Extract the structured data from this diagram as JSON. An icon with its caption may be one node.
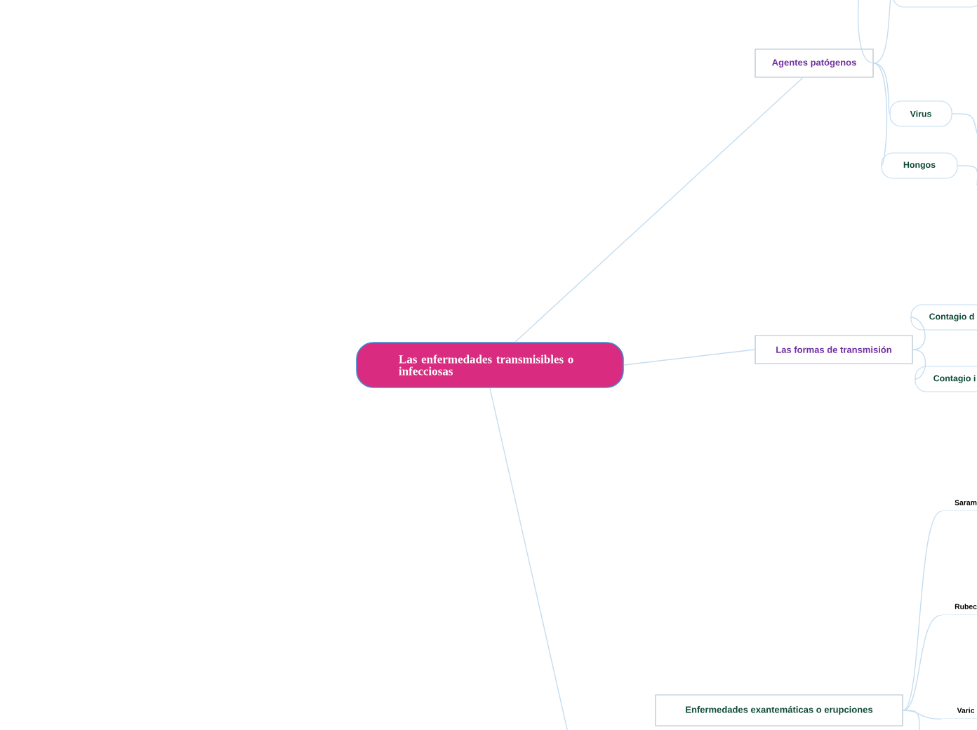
{
  "diagram": {
    "nodes": [
      {
        "text": [
          "Las enfermedades transmisibles o infecciosas"
        ]
      },
      {
        "text": [
          "Agentes patógenos"
        ]
      },
      {
        "text": [],
        "shape": "box"
      },
      {
        "text": [
          "Virus"
        ]
      },
      {
        "text": [
          "Hongos"
        ]
      },
      {
        "text": [
          "Las formas de transmisión"
        ]
      },
      {
        "text": [
          "Contagio d"
        ]
      },
      {
        "text": [
          "Contagio i"
        ]
      },
      {
        "text": [
          "Enfermedades exantemáticas o erupciones"
        ]
      },
      {
        "text": [
          "Saram"
        ]
      },
      {
        "text": [
          "Rubec"
        ]
      },
      {
        "text": [
          "Varic"
        ]
      }
    ],
    "edges": [
      {
        "from": 0,
        "to": 1,
        "arrow": "none"
      },
      {
        "from": 1,
        "to": 2,
        "arrow": "none"
      },
      {
        "from": 1,
        "to": 3,
        "arrow": "none"
      },
      {
        "from": 1,
        "to": 4,
        "arrow": "none"
      },
      {
        "from": 1,
        "to": null,
        "arrow": "none"
      },
      {
        "from": 3,
        "to": null,
        "arrow": "none"
      },
      {
        "from": 4,
        "to": null,
        "arrow": "none"
      },
      {
        "from": 0,
        "to": 5,
        "arrow": "none"
      },
      {
        "from": 5,
        "to": 6,
        "arrow": "none"
      },
      {
        "from": 5,
        "to": 7,
        "arrow": "none"
      },
      {
        "from": 0,
        "to": null,
        "arrow": "none"
      },
      {
        "from": 8,
        "to": 9,
        "arrow": "none"
      },
      {
        "from": 8,
        "to": 10,
        "arrow": "none"
      },
      {
        "from": 8,
        "to": 11,
        "arrow": "none"
      },
      {
        "from": 8,
        "to": null,
        "arrow": "none"
      }
    ]
  }
}
